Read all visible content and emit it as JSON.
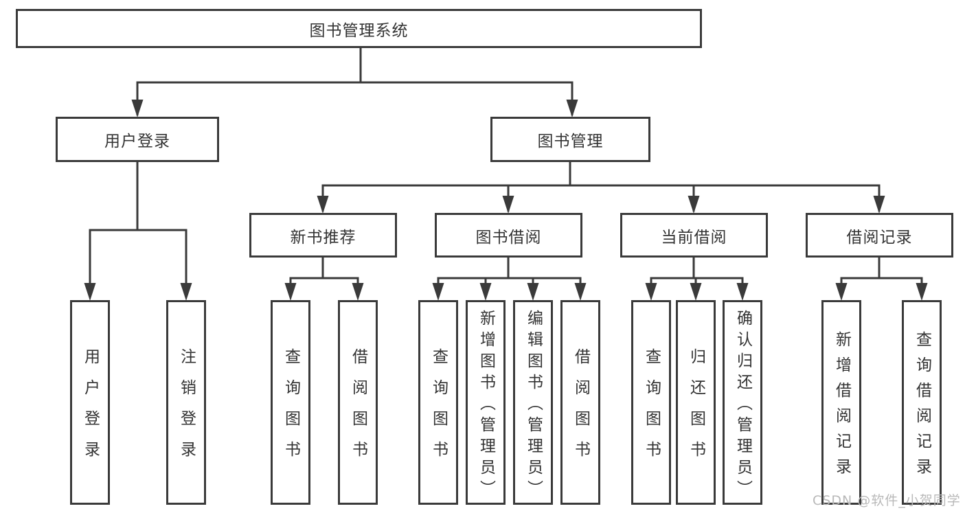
{
  "tree": {
    "label": "图书管理系统",
    "children": [
      {
        "label": "用户登录",
        "children": [
          {
            "label": "用户登录"
          },
          {
            "label": "注销登录"
          }
        ]
      },
      {
        "label": "图书管理",
        "children": [
          {
            "label": "新书推荐",
            "children": [
              {
                "label": "查询图书"
              },
              {
                "label": "借阅图书"
              }
            ]
          },
          {
            "label": "图书借阅",
            "children": [
              {
                "label": "查询图书"
              },
              {
                "label": "新增图书（管理员）"
              },
              {
                "label": "编辑图书（管理员）"
              },
              {
                "label": "借阅图书"
              }
            ]
          },
          {
            "label": "当前借阅",
            "children": [
              {
                "label": "查询图书"
              },
              {
                "label": "归还图书"
              },
              {
                "label": "确认归还（管理员）"
              }
            ]
          },
          {
            "label": "借阅记录",
            "children": [
              {
                "label": "新增借阅记录"
              },
              {
                "label": "查询借阅记录"
              }
            ]
          }
        ]
      }
    ]
  },
  "watermark": "CSDN @软件_小贺同学",
  "colors": {
    "line": "#3a3a3a",
    "text": "#333333",
    "box_background": "#ffffff",
    "watermark_text": "#b9b9b9",
    "background": "#ffffff"
  }
}
